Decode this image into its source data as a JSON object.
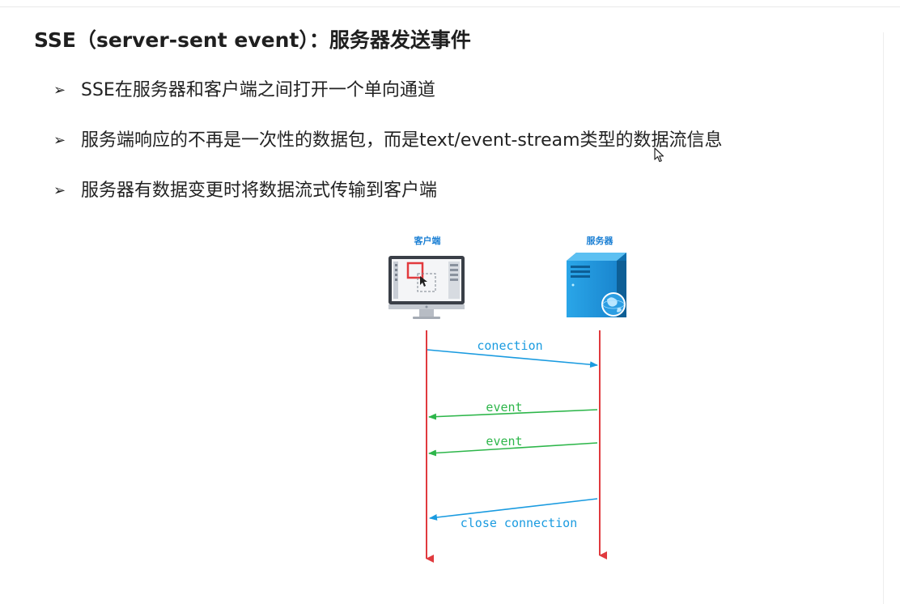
{
  "slide": {
    "title": "SSE（server-sent event）：服务器发送事件",
    "bullet_marker": "➢",
    "bullets": [
      "SSE在服务器和客户端之间打开一个单向通道",
      "服务端响应的不再是一次性的数据包，而是text/event-stream类型的数据流信息",
      "服务器有数据变更时将数据流式传输到客户端"
    ]
  },
  "diagram": {
    "client_label": "客户端",
    "server_label": "服务器",
    "messages": [
      {
        "label": "conection",
        "direction": "client-to-server",
        "color": "#1a9be0"
      },
      {
        "label": "event",
        "direction": "server-to-client",
        "color": "#2db64a"
      },
      {
        "label": "event",
        "direction": "server-to-client",
        "color": "#2db64a"
      },
      {
        "label": "close connection",
        "direction": "server-to-client",
        "color": "#1a9be0"
      }
    ],
    "lifeline_color": "#e03a3e"
  },
  "icons": {
    "client": "desktop-monitor-icon",
    "server": "server-globe-icon",
    "cursor": "mouse-cursor-icon"
  }
}
